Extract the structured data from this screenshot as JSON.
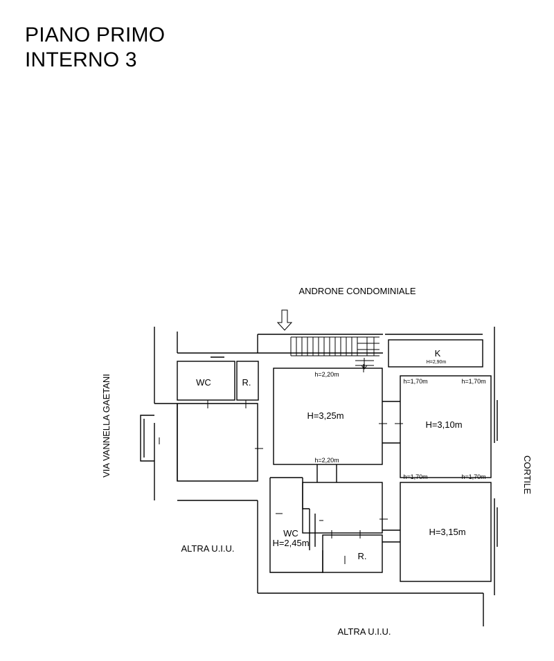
{
  "header": {
    "line1": "PIANO PRIMO",
    "line2": "INTERNO 3"
  },
  "surroundings": {
    "top": "ANDRONE CONDOMINIALE",
    "left": "VIA VANNELLA GAETANI",
    "right": "CORTILE",
    "bottom_left": "ALTRA U.I.U.",
    "bottom": "ALTRA U.I.U."
  },
  "rooms": {
    "wc_top": "WC",
    "r_top": "R.",
    "central_height": "H=3,25m",
    "central_top_note": "h=2,20m",
    "central_bottom_note": "h=2,20m",
    "k": "K",
    "k_height": "H=2,90m",
    "right_top_height": "H=3,10m",
    "right_top_note_a": "h=1,70m",
    "right_top_note_b": "h=1,70m",
    "right_bottom_height": "H=3,15m",
    "right_bottom_note_a": "h=1,70m",
    "right_bottom_note_b": "h=1,70m",
    "wc_bottom": "WC",
    "wc_bottom_height": "H=2,45m",
    "r_bottom": "R."
  }
}
